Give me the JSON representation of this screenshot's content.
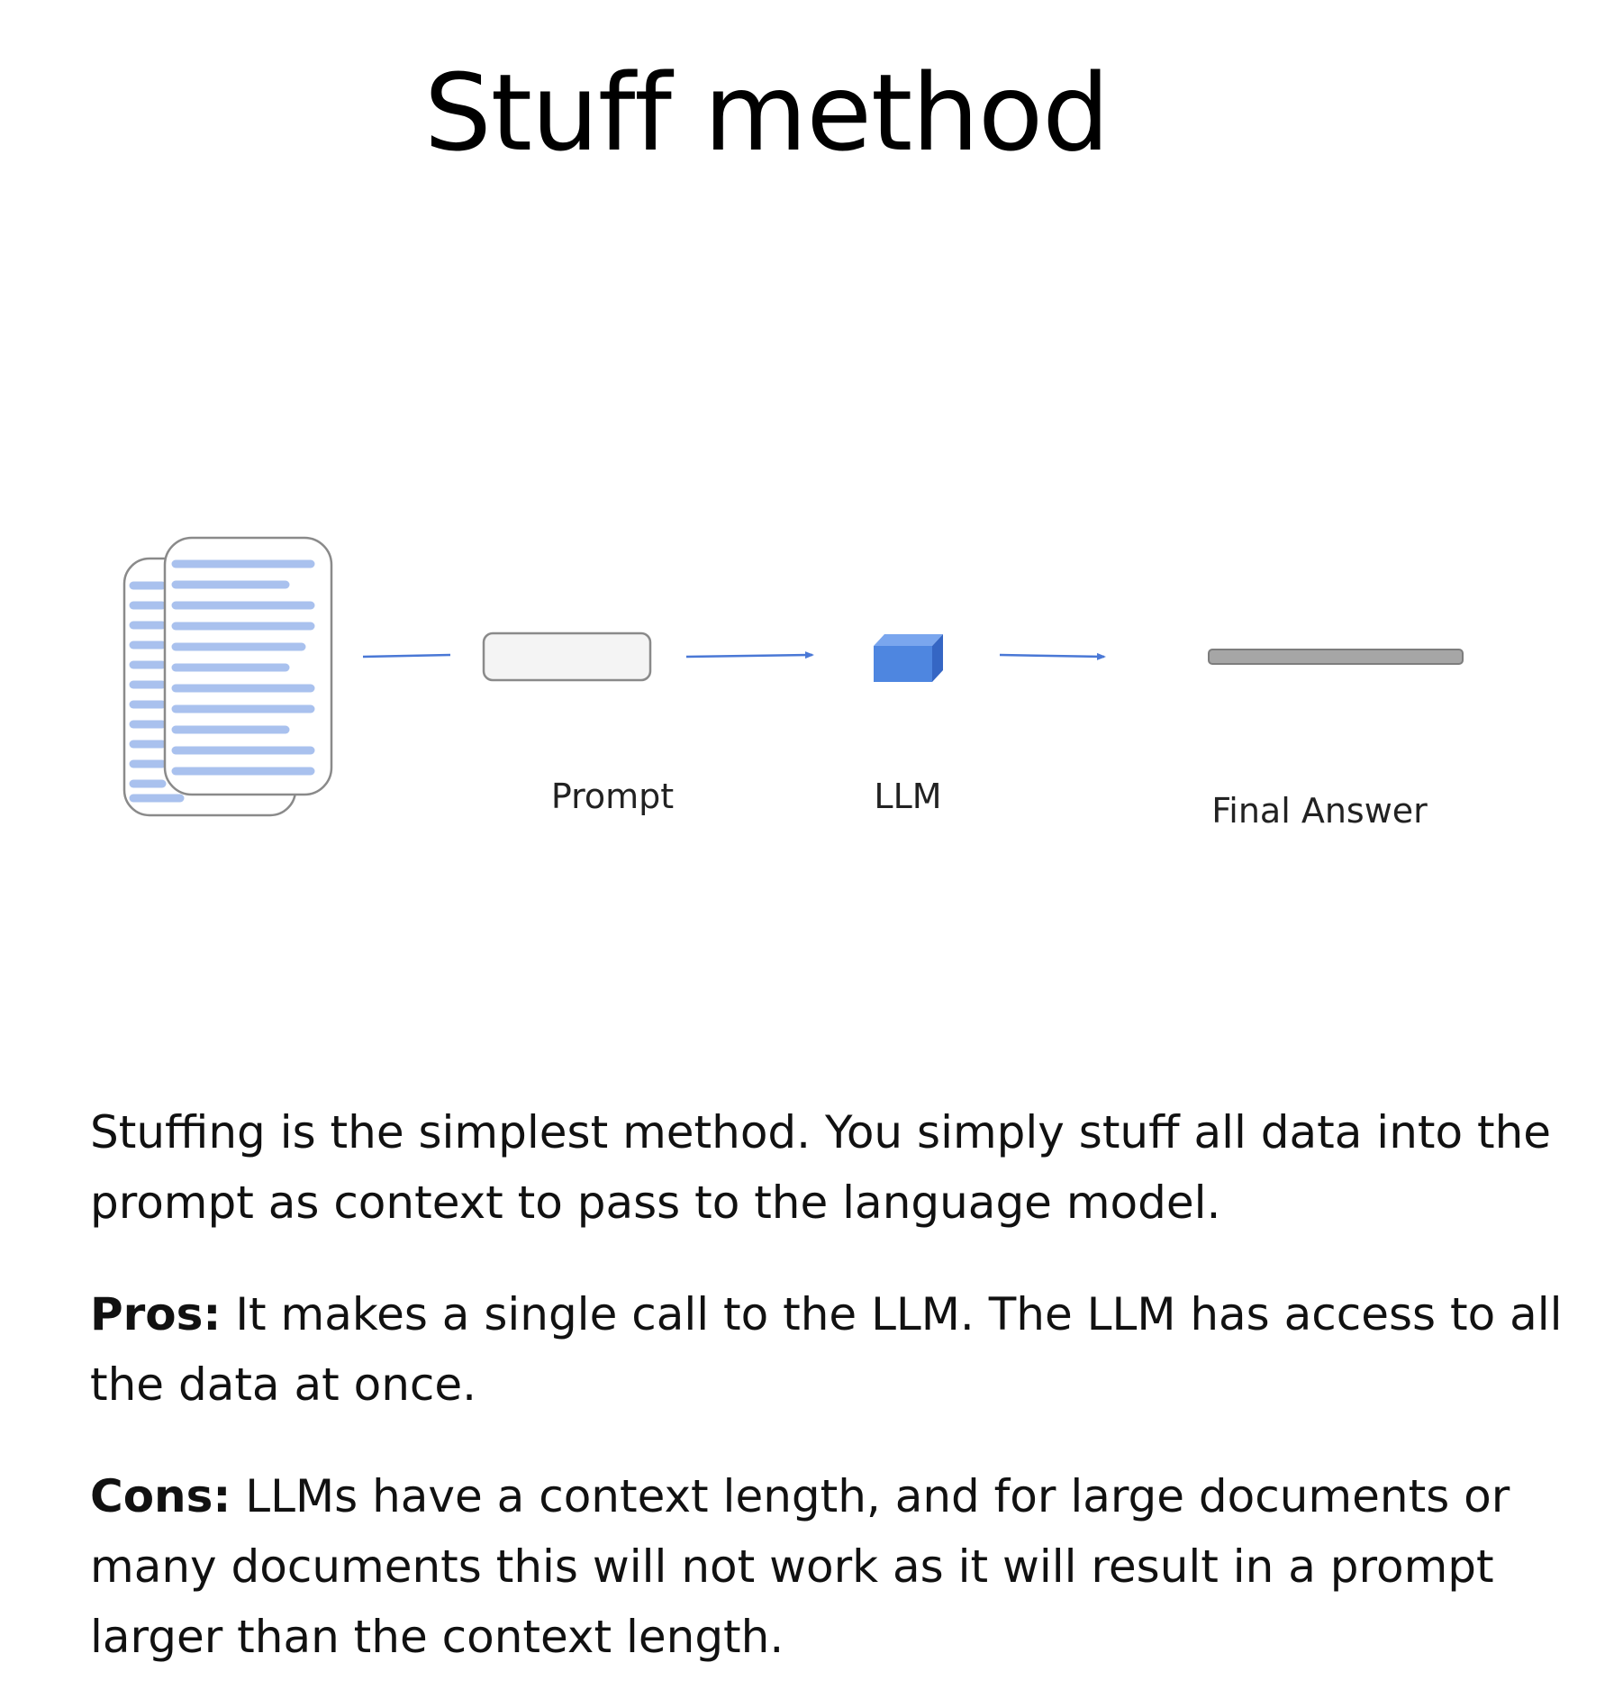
{
  "title": "Stuff method",
  "diagram": {
    "nodes": [
      {
        "id": "documents",
        "icon": "stacked-documents-icon",
        "label": ""
      },
      {
        "id": "prompt",
        "icon": "prompt-box-icon",
        "label": "Prompt"
      },
      {
        "id": "llm",
        "icon": "cube-icon",
        "label": "LLM"
      },
      {
        "id": "final_answer",
        "icon": "answer-bar-icon",
        "label": "Final Answer"
      }
    ],
    "edges": [
      {
        "from": "documents",
        "to": "prompt",
        "arrowhead": false
      },
      {
        "from": "prompt",
        "to": "llm",
        "arrowhead": true
      },
      {
        "from": "llm",
        "to": "final_answer",
        "arrowhead": true
      }
    ],
    "colors": {
      "connector": "#4a78d6",
      "document_lines": "#a9c1ee",
      "cube": "#4e86e0",
      "answer_bar": "#a6a6a6",
      "outline": "#8a8a8a"
    }
  },
  "description": {
    "intro": "Stuffing is the simplest method. You simply stuff all data into the prompt as context to pass to the language model.",
    "pros_label": "Pros:",
    "pros_text": " It makes a single call to the LLM. The LLM has access to all the data at once.",
    "cons_label": "Cons:",
    "cons_text": " LLMs have a context length, and for large documents or many documents this will not work as it will result in a prompt larger than the context length."
  }
}
